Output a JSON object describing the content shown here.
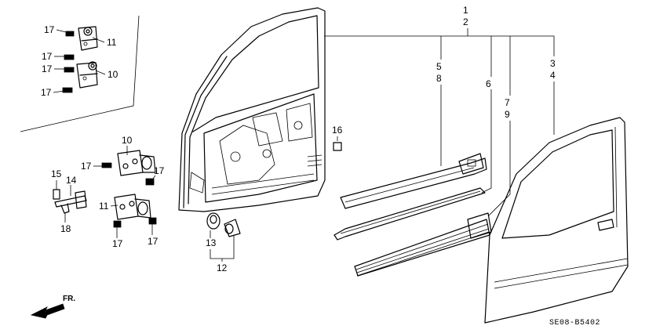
{
  "callouts": [
    {
      "id": "c17a",
      "text": "17"
    },
    {
      "id": "c11a",
      "text": "11"
    },
    {
      "id": "c17b",
      "text": "17"
    },
    {
      "id": "c17c",
      "text": "17"
    },
    {
      "id": "c10a",
      "text": "10"
    },
    {
      "id": "c17d",
      "text": "17"
    },
    {
      "id": "c10b",
      "text": "10"
    },
    {
      "id": "c17e",
      "text": "17"
    },
    {
      "id": "c17f",
      "text": "17"
    },
    {
      "id": "c15",
      "text": "15"
    },
    {
      "id": "c14",
      "text": "14"
    },
    {
      "id": "c18",
      "text": "18"
    },
    {
      "id": "c11b",
      "text": "11"
    },
    {
      "id": "c17g",
      "text": "17"
    },
    {
      "id": "c17h",
      "text": "17"
    },
    {
      "id": "c16",
      "text": "16"
    },
    {
      "id": "c13",
      "text": "13"
    },
    {
      "id": "c12",
      "text": "12"
    },
    {
      "id": "c1",
      "text": "1"
    },
    {
      "id": "c2",
      "text": "2"
    },
    {
      "id": "c5",
      "text": "5"
    },
    {
      "id": "c8",
      "text": "8"
    },
    {
      "id": "c6",
      "text": "6"
    },
    {
      "id": "c7",
      "text": "7"
    },
    {
      "id": "c9",
      "text": "9"
    },
    {
      "id": "c3",
      "text": "3"
    },
    {
      "id": "c4",
      "text": "4"
    }
  ],
  "direction_label": "FR.",
  "diagram_code": "SE08-B5402"
}
